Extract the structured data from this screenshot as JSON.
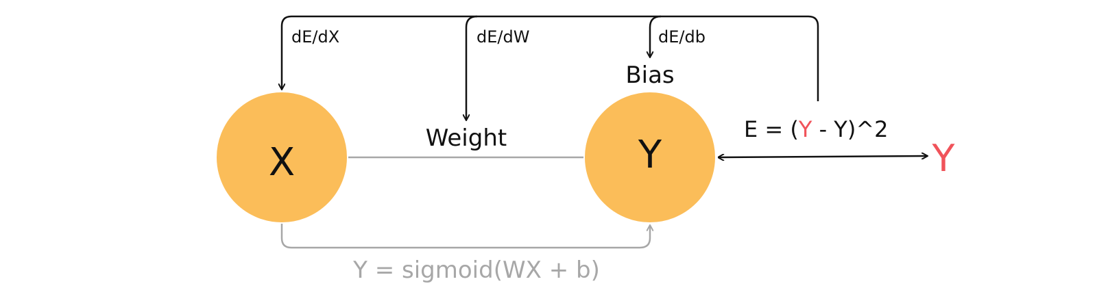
{
  "colors": {
    "node_fill": "#fbbd59",
    "ink": "#111111",
    "muted": "#a7a7a7",
    "target": "#f0535a"
  },
  "nodes": {
    "input": {
      "label": "X"
    },
    "output": {
      "label": "Y"
    }
  },
  "labels": {
    "weight": "Weight",
    "bias": "Bias",
    "grad_x": "dE/dX",
    "grad_w": "dE/dW",
    "grad_b": "dE/db",
    "forward_formula": "Y = sigmoid(WX + b)",
    "target": "Y"
  },
  "error": {
    "prefix": "E = (",
    "target_symbol": "Y",
    "suffix": " - Y)^2"
  }
}
